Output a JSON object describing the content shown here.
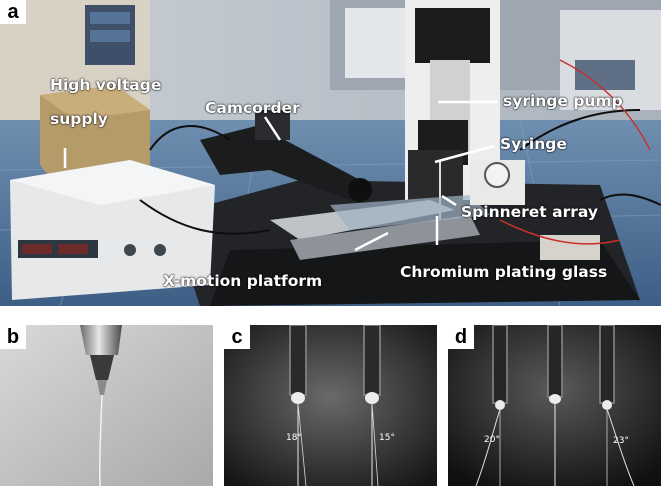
{
  "panels": {
    "a": {
      "label": "a",
      "annotations": {
        "high_voltage_line1": "High voltage",
        "high_voltage_line2": "supply",
        "camcorder": "Camcorder",
        "syringe_pump": "syringe pump",
        "syringe": "Syringe",
        "spinneret_array": "Spinneret array",
        "x_motion_platform": "X-motion platform",
        "chromium_plating_glass": "Chromium plating glass"
      }
    },
    "b": {
      "label": "b"
    },
    "c": {
      "label": "c",
      "angles": {
        "left": "18°",
        "right": "15°"
      }
    },
    "d": {
      "label": "d",
      "angles": {
        "left": "20°",
        "right": "23°"
      }
    }
  },
  "colors": {
    "annotation_text": "#ffffff",
    "label_background": "#ffffff",
    "label_text": "#000000"
  }
}
